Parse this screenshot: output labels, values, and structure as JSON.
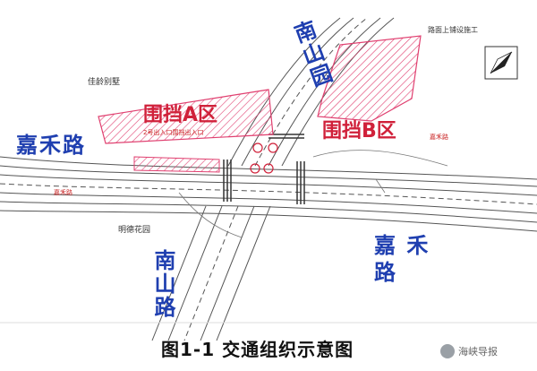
{
  "labels": {
    "jiahe_road_left": "嘉禾路",
    "nanshan_yuan": "南山园",
    "zone_a": "围挡A区",
    "zone_b": "围挡B区",
    "jiahe_road_right_top": "嘉 禾",
    "jiahe_road_right_bottom": "路",
    "nanshan_road_bottom": "南山路",
    "jiayu_villa": "佳龄别墅",
    "mingde_garden": "明德花园",
    "zone_a_note": "2号出入口围挡出入口",
    "jiahe_small_left": "嘉禾路",
    "jiahe_small_right": "嘉禾路",
    "top_right_note": "路面上铺设施工"
  },
  "caption": "图1-1  交通组织示意图",
  "watermark": "海峡导报",
  "colors": {
    "road_label": "#1f3fb0",
    "zone_label": "#d0213a",
    "hatch": "#e04070",
    "line": "#555555"
  }
}
